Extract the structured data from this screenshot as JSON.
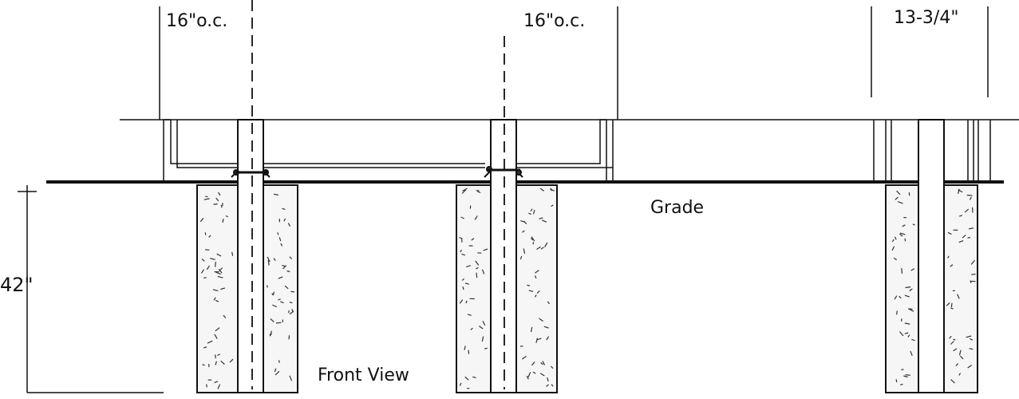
{
  "labels": {
    "spacing_left": "16\"o.c.",
    "spacing_middle": "16\"o.c.",
    "spacing_right": "13-3/4\"",
    "depth": "42\"",
    "grade": "Grade",
    "view": "Front View"
  },
  "colors": {
    "line": "#111111",
    "concrete": "#f6f6f6",
    "post": "#ffffff"
  }
}
